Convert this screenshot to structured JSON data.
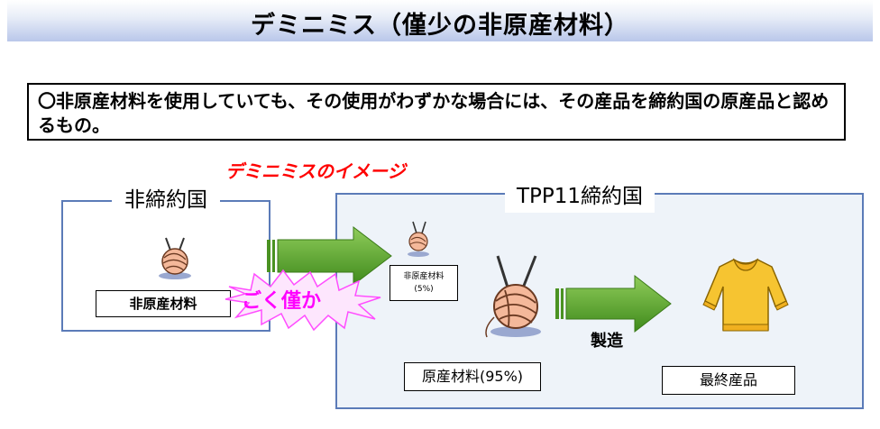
{
  "title": "デミニミス（僅少の非原産材料）",
  "definition": "〇非原産材料を使用していても、その使用がわずかな場合には、その産品を締約国の原産品と認めるもの。",
  "image_label": "デミニミスのイメージ",
  "left_panel": {
    "title": "非締約国",
    "material_label": "非原産材料"
  },
  "right_panel": {
    "title": "TPP11締約国",
    "small_material_label": "非原産材料",
    "small_material_pct": "(5%)",
    "main_material_label": "原産材料(95%)",
    "process_label": "製造",
    "final_label": "最終産品"
  },
  "burst_text": "ごく僅か",
  "colors": {
    "accent_red": "#ff0000",
    "burst_magenta": "#ff00ff",
    "arrow_green": "#5aa02c",
    "panel_border": "#5b7bb8"
  },
  "icons": [
    "yarn-ball-icon",
    "yarn-ball-small-icon",
    "yarn-ball-large-icon",
    "sweater-icon"
  ]
}
